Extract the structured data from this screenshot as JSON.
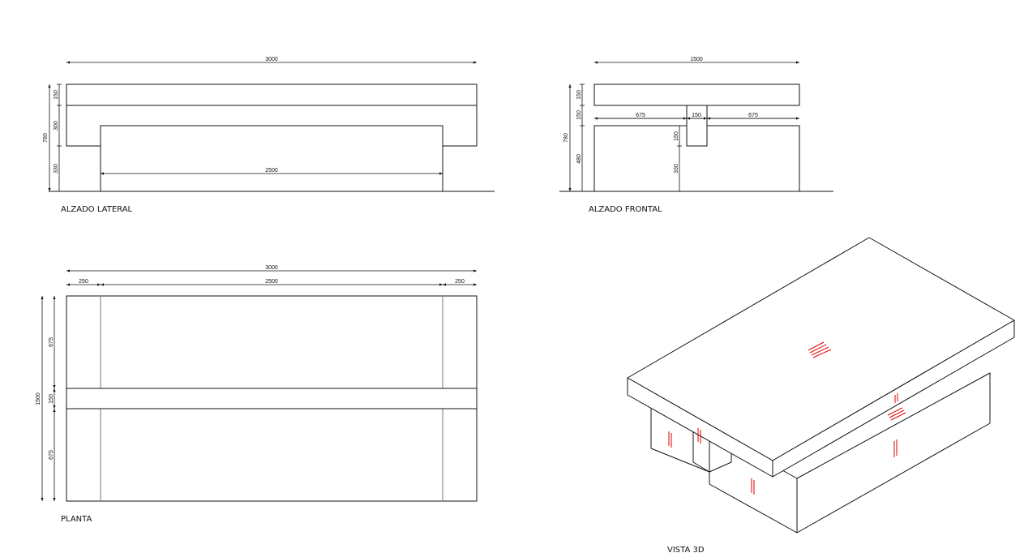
{
  "views": {
    "side": {
      "label": "ALZADO LATERAL",
      "dims": {
        "total_length": "3000",
        "inner_length": "2500",
        "h_top": "150",
        "h_mid": "300",
        "h_base": "330",
        "h_total": "780"
      }
    },
    "front": {
      "label": "ALZADO FRONTAL",
      "dims": {
        "total_width": "1500",
        "wing_left": "675",
        "slot": "150",
        "wing_right": "675",
        "h_top": "150",
        "h_second": "150",
        "h_base": "480",
        "h_total": "780",
        "slot_depth": "150",
        "h_lower": "330"
      }
    },
    "plan": {
      "label": "PLANTA",
      "dims": {
        "total_length": "3000",
        "left_offset": "250",
        "inner_length": "2500",
        "right_offset": "250",
        "total_width": "1500",
        "band_top": "675",
        "band_mid": "150",
        "band_bottom": "675"
      }
    },
    "iso": {
      "label": "VISTA 3D"
    }
  },
  "colors": {
    "lines": "#111111",
    "hatch": "#e00000",
    "background": "#ffffff"
  }
}
